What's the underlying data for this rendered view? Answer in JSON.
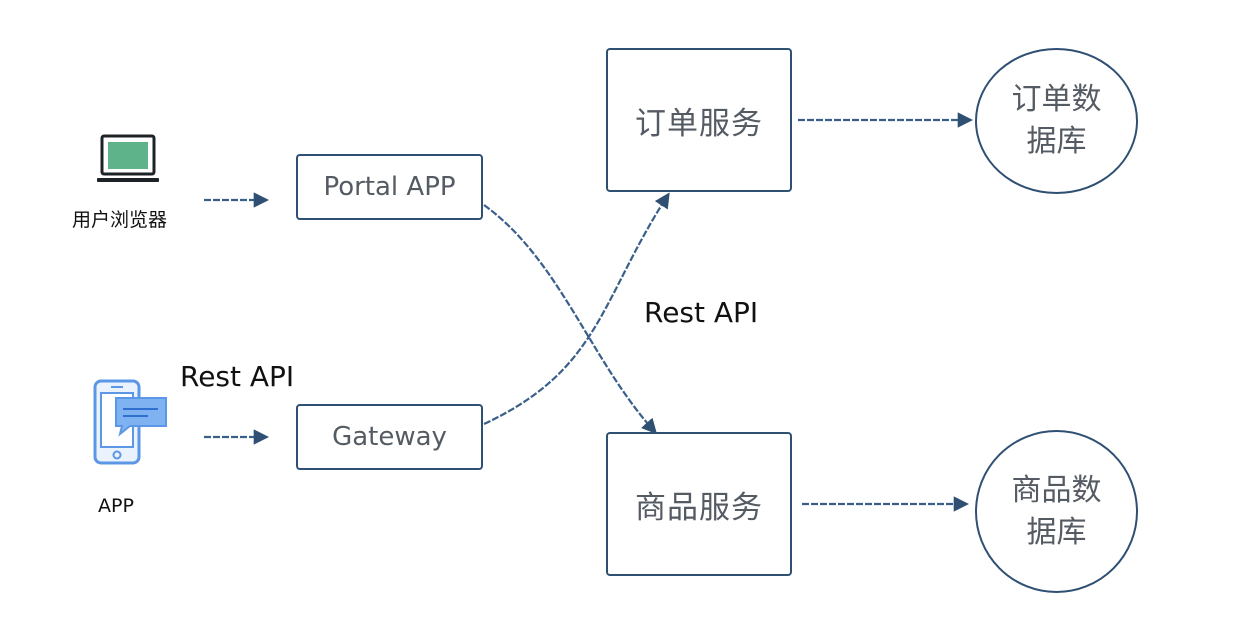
{
  "clients": {
    "browser_label": "用户浏览器",
    "app_label": "APP",
    "browser_icon": "laptop-icon",
    "app_icon": "mobile-phone-icon"
  },
  "gateways": {
    "portal": "Portal APP",
    "gateway": "Gateway"
  },
  "services": {
    "order": "订单服务",
    "product": "商品服务"
  },
  "databases": {
    "order_db": "订单数据库",
    "product_db": "商品数据库"
  },
  "annotations": {
    "rest_api_left": "Rest API",
    "rest_api_center": "Rest API"
  },
  "colors": {
    "stroke": "#2f4f73",
    "arrow": "#3a5f8a",
    "box_text": "#555b63",
    "screen": "#5fb38a",
    "phone": "#5b97e6"
  }
}
